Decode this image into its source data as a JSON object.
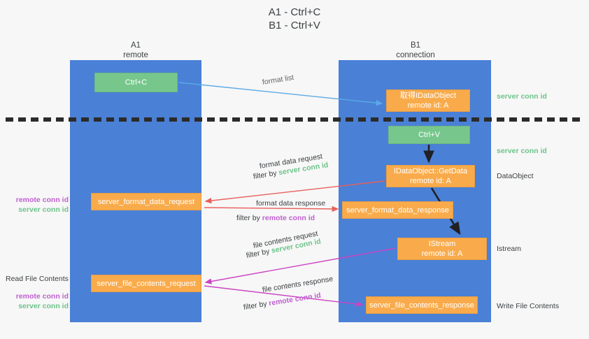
{
  "title": {
    "line1": "A1 - Ctrl+C",
    "line2": "B1 - Ctrl+V"
  },
  "lanes": [
    {
      "id": "a1",
      "name": "A1",
      "sub": "remote",
      "color": "#4a80d6"
    },
    {
      "id": "b1",
      "name": "B1",
      "sub": "connection",
      "color": "#4a80d6"
    }
  ],
  "boxes": {
    "ctrl_c": {
      "line1": "Ctrl+C",
      "color": "#77c78c"
    },
    "get_data_object": {
      "line1": "取得IDataObject",
      "line2": "remote id: A",
      "color": "#f9ab4b"
    },
    "ctrl_v": {
      "line1": "Ctrl+V",
      "color": "#77c78c"
    },
    "idataobject_getdata": {
      "line1": "IDataObject::GetData",
      "line2": "remote id: A",
      "color": "#f9ab4b"
    },
    "server_format_data_request": {
      "line1": "server_format_data_request",
      "color": "#f9ab4b"
    },
    "server_format_data_response": {
      "line1": "server_format_data_response",
      "color": "#f9ab4b"
    },
    "istream": {
      "line1": "IStream",
      "line2": "remote id: A",
      "color": "#f9ab4b"
    },
    "server_file_contents_request": {
      "line1": "server_file_contents_request",
      "color": "#f9ab4b"
    },
    "server_file_contents_response": {
      "line1": "server_file_contents_response",
      "color": "#f9ab4b"
    }
  },
  "flow_labels": {
    "format_list": "format list",
    "format_data_request": "format data request",
    "format_data_request_filter_pre": "filter by ",
    "format_data_request_filter_key": "server conn id",
    "format_data_response": "format data response",
    "format_data_response_filter_pre": "filter by ",
    "format_data_response_filter_key": "remote conn id",
    "file_contents_request": "file contents request",
    "file_contents_request_filter_pre": "filter by ",
    "file_contents_request_filter_key": "server conn id",
    "file_contents_response": "file contents response",
    "file_contents_response_filter_pre": "filter by ",
    "file_contents_response_filter_key": "remote conn id"
  },
  "right_annotations": {
    "server_conn_id_top": "server conn id",
    "server_conn_id_second": "server conn id",
    "dataobject": "DataObject",
    "istream": "Istream",
    "write_file_contents": "Write File Contents"
  },
  "left_annotations": {
    "remote_conn_id_1": "remote conn id",
    "server_conn_id_1": "server conn id",
    "read_file_contents": "Read File Contents",
    "remote_conn_id_2": "remote conn id",
    "server_conn_id_2": "server conn id"
  },
  "colors": {
    "lane_blue": "#4a80d6",
    "green_box": "#77c78c",
    "orange_box": "#f9ab4b",
    "green_text": "#6cc48a",
    "purple_text": "#c05fd0",
    "arrow_blue": "#5aa9e6",
    "arrow_red": "#e8605a",
    "arrow_magenta": "#cc45c4",
    "arrow_dark": "#202124",
    "background": "#f7f7f7"
  }
}
